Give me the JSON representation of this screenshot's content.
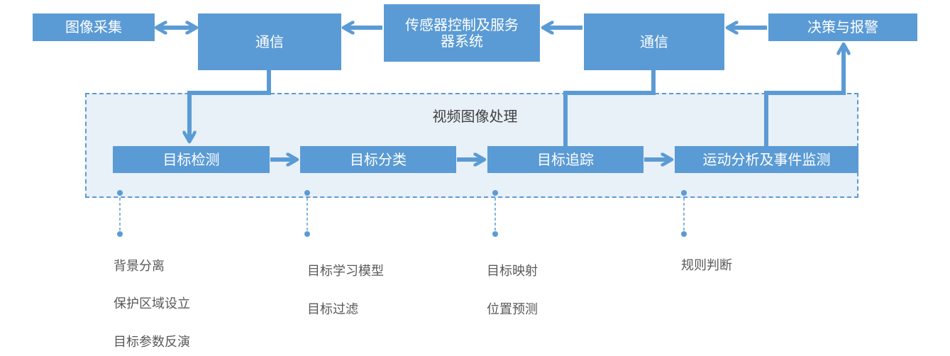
{
  "top_row": {
    "image_capture": "图像采集",
    "comm_left": "通信",
    "sensor_control_line1": "传感器控制及服务",
    "sensor_control_line2": "器系统",
    "comm_right": "通信",
    "decision_alarm": "决策与报警"
  },
  "video_processing": {
    "title": "视频图像处理",
    "stages": [
      {
        "label": "目标检测"
      },
      {
        "label": "目标分类"
      },
      {
        "label": "目标追踪"
      },
      {
        "label": "运动分析及事件监测"
      }
    ]
  },
  "details": [
    {
      "items": [
        "背景分离",
        "保护区域设立",
        "目标参数反演"
      ]
    },
    {
      "items": [
        "目标学习模型",
        "目标过滤"
      ]
    },
    {
      "items": [
        "目标映射",
        "位置预测"
      ]
    },
    {
      "items": [
        "规则判断"
      ]
    }
  ],
  "colors": {
    "box_fill": "#5b9bd5",
    "region_fill": "#e8f0f8",
    "label_text": "#595959"
  }
}
